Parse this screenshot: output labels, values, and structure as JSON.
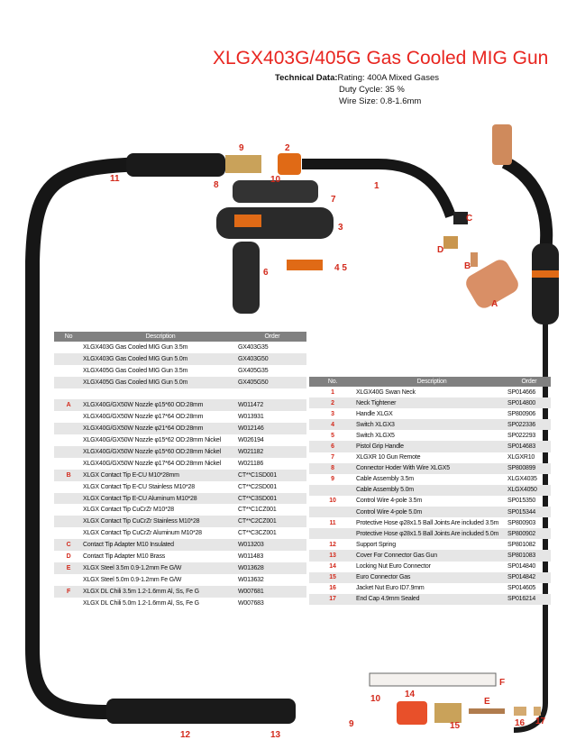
{
  "title": "XLGX403G/405G Gas Cooled MIG Gun",
  "technical_data": {
    "label": "Technical Data:",
    "rating": "Rating: 400A Mixed Gases",
    "duty_cycle": "Duty Cycle: 35 %",
    "wire_size": "Wire Size: 0.8-1.6mm"
  },
  "callouts": [
    "11",
    "9",
    "2",
    "8",
    "10",
    "1",
    "7",
    "3",
    "C",
    "D",
    "B",
    "6",
    "4 5",
    "A",
    "F",
    "10",
    "14",
    "E",
    "9",
    "15",
    "16",
    "17",
    "12",
    "13"
  ],
  "colors": {
    "accent": "#e8251f",
    "header": "#808080",
    "stripe": "#e6e6e6"
  },
  "table_left": {
    "headers": [
      "No",
      "Description",
      "Order"
    ],
    "rows": [
      {
        "no": "",
        "desc": "XLGX403G Gas Cooled MIG Gun 3.5m",
        "order": "GX403G35"
      },
      {
        "no": "",
        "desc": "XLGX403G Gas Cooled MIG Gun 5.0m",
        "order": "GX403G50"
      },
      {
        "no": "",
        "desc": "XLGX405G Gas Cooled MIG Gun 3.5m",
        "order": "GX405G35"
      },
      {
        "no": "",
        "desc": "XLGX405G Gas Cooled MIG Gun 5.0m",
        "order": "GX405G50"
      },
      {
        "no": "",
        "desc": "",
        "order": ""
      },
      {
        "no": "A",
        "desc": "XLGX40G/GX50W Nozzle φ15*60 OD:28mm",
        "order": "W011472"
      },
      {
        "no": "",
        "desc": "XLGX40G/GX50W Nozzle φ17*64 OD:28mm",
        "order": "W013931"
      },
      {
        "no": "",
        "desc": "XLGX40G/GX50W Nozzle φ21*64 OD:28mm",
        "order": "W012146"
      },
      {
        "no": "",
        "desc": "XLGX40G/GX50W Nozzle φ15*62 OD:28mm Nickel",
        "order": "W026194"
      },
      {
        "no": "",
        "desc": "XLGX40G/GX50W Nozzle φ15*60 OD:28mm Nickel",
        "order": "W021182"
      },
      {
        "no": "",
        "desc": "XLGX40G/GX50W Nozzle φ17*64 OD:28mm Nickel",
        "order": "W021186"
      },
      {
        "no": "B",
        "desc": "XLGX Contact Tip E-CU M10*28mm",
        "order": "CT**C1SD001"
      },
      {
        "no": "",
        "desc": "XLGX Contact Tip E-CU Stainless M10*28",
        "order": "CT**C2SD001"
      },
      {
        "no": "",
        "desc": "XLGX Contact Tip E-CU Aluminum M10*28",
        "order": "CT**C3SD001"
      },
      {
        "no": "",
        "desc": "XLGX Contact Tip CuCrZr M10*28",
        "order": "CT**C1CZ001"
      },
      {
        "no": "",
        "desc": "XLGX Contact Tip CuCrZr Stainless M10*28",
        "order": "CT**C2CZ001"
      },
      {
        "no": "",
        "desc": "XLGX Contact Tip CuCrZr Aluminum M10*28",
        "order": "CT**C3CZ001"
      },
      {
        "no": "C",
        "desc": "Contact Tip Adapter M10 Insulated",
        "order": "W013203"
      },
      {
        "no": "D",
        "desc": "Contact Tip Adapter M10 Brass",
        "order": "W011483"
      },
      {
        "no": "E",
        "desc": "XLGX Steel 3.5m 0.9-1.2mm Fe G/W",
        "order": "W013628"
      },
      {
        "no": "",
        "desc": "XLGX Steel 5.0m 0.9-1.2mm Fe G/W",
        "order": "W013632"
      },
      {
        "no": "F",
        "desc": "XLGX DL Chili 3.5m 1.2-1.6mm Al, Ss, Fe G",
        "order": "W007681"
      },
      {
        "no": "",
        "desc": "XLGX DL Chili 5.0m 1.2-1.6mm Al, Ss, Fe G",
        "order": "W007683"
      }
    ]
  },
  "table_right": {
    "headers": [
      "No.",
      "Description",
      "Order"
    ],
    "rows": [
      {
        "no": "1",
        "desc": "XLGX40G Swan Neck",
        "order": "SP014666"
      },
      {
        "no": "2",
        "desc": "Neck Tightener",
        "order": "SP014800"
      },
      {
        "no": "3",
        "desc": "Handle XLGX",
        "order": "SP800906"
      },
      {
        "no": "4",
        "desc": "Switch XLGX3",
        "order": "SP022336"
      },
      {
        "no": "5",
        "desc": "Switch XLGX5",
        "order": "SP022293"
      },
      {
        "no": "6",
        "desc": "Pistol Grip Handle",
        "order": "SP014683"
      },
      {
        "no": "7",
        "desc": "XLGXR 10 Gun Remote",
        "order": "XLGXR10"
      },
      {
        "no": "8",
        "desc": "Connector Hoder With Wire XLGX5",
        "order": "SP800899"
      },
      {
        "no": "9",
        "desc": "Cable Assembly 3.5m",
        "order": "XLGX4035"
      },
      {
        "no": "",
        "desc": "Cable Assembly 5.0m",
        "order": "XLGX4050"
      },
      {
        "no": "10",
        "desc": "Control Wire 4-pole 3.5m",
        "order": "SP015350"
      },
      {
        "no": "",
        "desc": "Control Wire 4-pole 5.0m",
        "order": "SP015344"
      },
      {
        "no": "11",
        "desc": "Protective Hose φ28x1.5 Ball Joints Are included 3.5m",
        "order": "SP800903"
      },
      {
        "no": "",
        "desc": "Protective Hose φ28x1.5 Ball Joints Are included 5.0m",
        "order": "SP800902"
      },
      {
        "no": "12",
        "desc": "Support Spring",
        "order": "SP801082"
      },
      {
        "no": "13",
        "desc": "Cover For Connector Gas Gun",
        "order": "SP801083"
      },
      {
        "no": "14",
        "desc": "Locking Nut Euro Connector",
        "order": "SP014840"
      },
      {
        "no": "15",
        "desc": "Euro Connector Gas",
        "order": "SP014842"
      },
      {
        "no": "16",
        "desc": "Jacket Nut Euro ID7.9mm",
        "order": "SP014605"
      },
      {
        "no": "17",
        "desc": "End Cap 4.9mm Sealed",
        "order": "SP016214"
      }
    ]
  }
}
